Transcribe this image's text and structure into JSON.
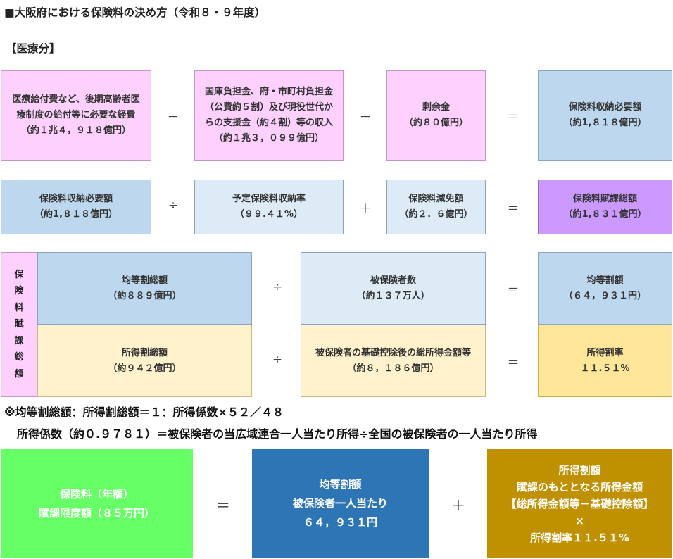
{
  "title": "■大阪府における保険料の決め方（令和８・９年度）",
  "subtitle": "【医療分】",
  "row1": {
    "box1": [
      "医療給付費など、後期高齢者医",
      "療制度の給付等に必要な経費",
      "（約１兆４，９１８億円）"
    ],
    "op1": "－",
    "box2": [
      "国庫負担金、府・市町村負担金",
      "（公費約５割）及び現役世代か",
      "らの支援金（約４割）等の収入",
      "（約１兆３，０９９億円）"
    ],
    "op2": "－",
    "box3": [
      "剰余金",
      "（約８０億円）"
    ],
    "op3": "＝",
    "box4": [
      "保険料収納必要額",
      "（約1,８１８億円）"
    ]
  },
  "row2": {
    "box1": [
      "保険料収納必要額",
      "（約1,８１８億円）"
    ],
    "op1": "÷",
    "box2": [
      "予定保険料収納率",
      "（９９.４１%）"
    ],
    "op2": "＋",
    "box3": [
      "保険料減免額",
      "（約２．６億円）"
    ],
    "op3": "＝",
    "box4": [
      "保険料賦課総額",
      "（約1,８３１億円）"
    ]
  },
  "row3": {
    "vertical_label": [
      "保",
      "険",
      "料",
      "賦",
      "課",
      "総",
      "額"
    ],
    "upper": {
      "box1": [
        "均等割総額",
        "（約８８９億円）"
      ],
      "op1": "÷",
      "box2": [
        "被保険者数",
        "（約１３７万人）"
      ],
      "op2": "＝",
      "box3": [
        "均等割額",
        "（６４，９３１円）"
      ]
    },
    "lower": {
      "box1": [
        "所得割総額",
        "（約９４２億円）"
      ],
      "op1": "÷",
      "box2": [
        "被保険者の基礎控除後の総所得金額等",
        "（約８，１８６億円）"
      ],
      "op2": "＝",
      "box3": [
        "所得割率",
        "１１.５１%"
      ]
    }
  },
  "notes": [
    "※均等割総額：所得割総額＝１：所得係数×５２／４８",
    "所得係数（約０.９７８１）＝被保険者の当広域連合一人当たり所得÷全国の被保険者の一人当たり所得"
  ],
  "bottom": {
    "box1": [
      "保険料（年額）",
      "賦課限度額（８５万円）"
    ],
    "op1": "＝",
    "box2": [
      "均等割額",
      "被保険者一人当たり",
      "６４，９３１円"
    ],
    "op2": "＋",
    "box3": [
      "所得割額",
      "賦課のもととなる所得金額",
      "【総所得金額等－基礎控除額】",
      "×",
      "所得割率１１.５１%"
    ]
  },
  "colors": {
    "pink": "#fdd0fd",
    "blue": "#bdd7ee",
    "light_blue": "#ddebf7",
    "purple": "#cc99ff",
    "cream": "#fff2cc",
    "yellow": "#ffe699",
    "green": "#66ff66",
    "steel_blue": "#2e75b6",
    "gold": "#bf9000"
  }
}
